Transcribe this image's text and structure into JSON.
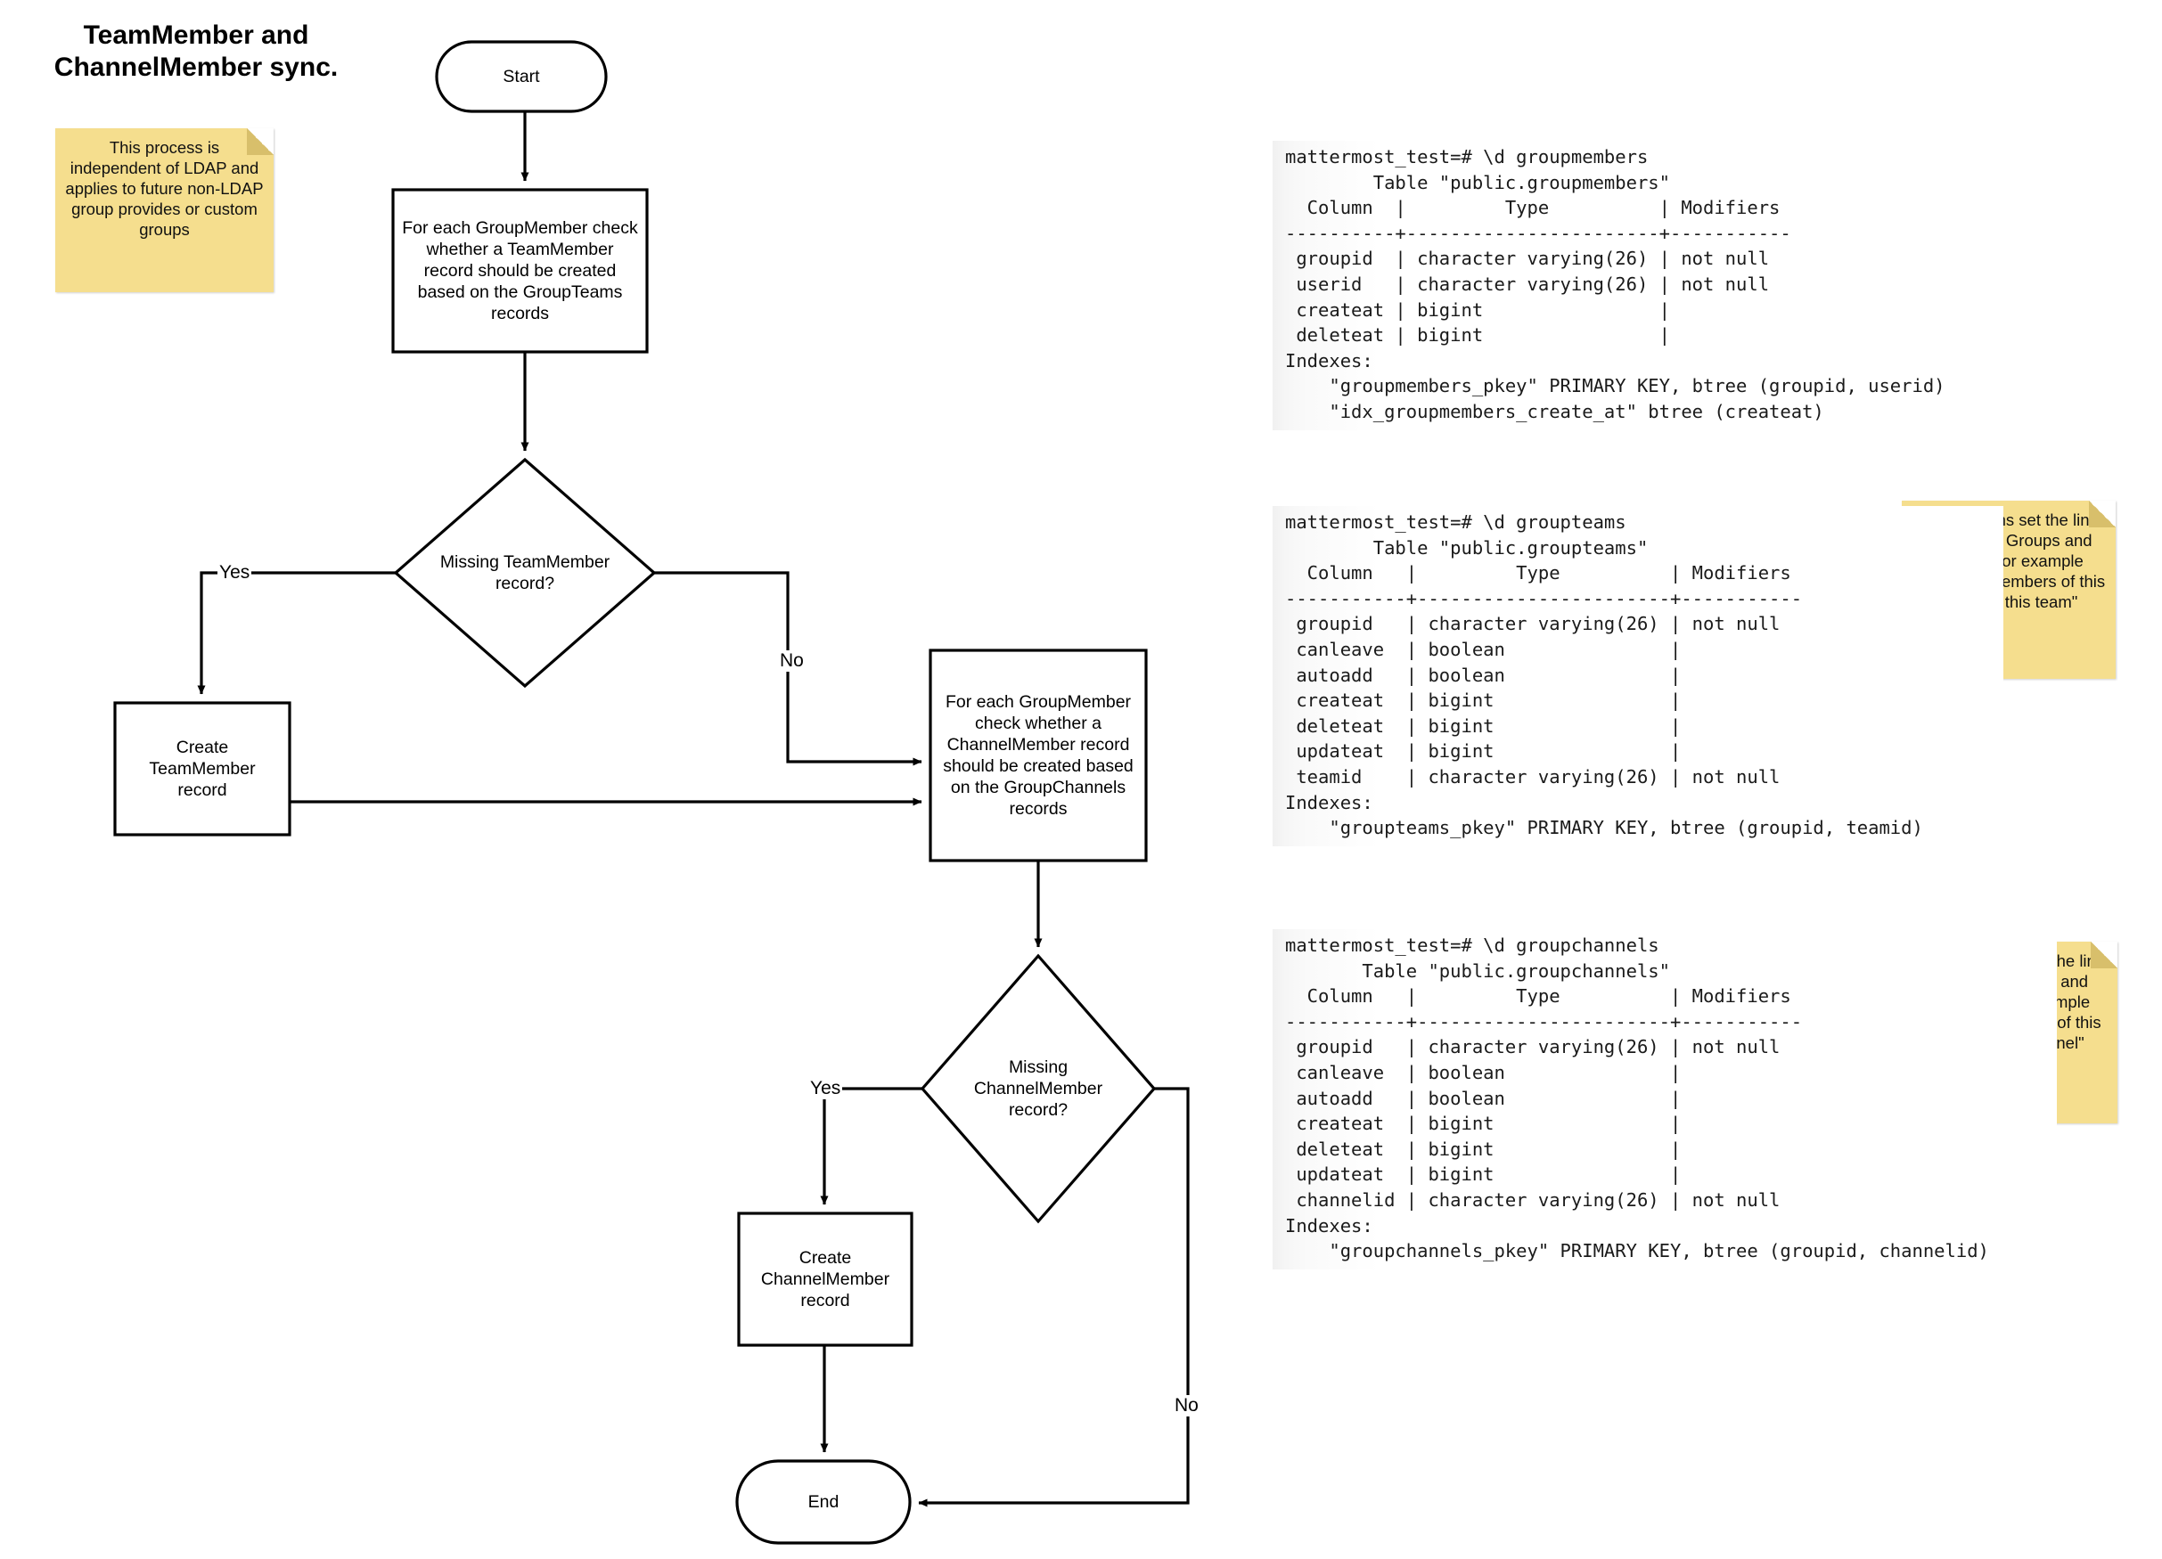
{
  "title": "TeamMember and\nChannelMember sync.",
  "notes": [
    {
      "id": "ldap-note",
      "text": "This process is independent of LDAP and applies to future non-LDAP group provides or custom groups"
    },
    {
      "id": "groupteams-note",
      "text": "GroupTeams set the link between a Groups and Teams. For example \"auto-add members of this group to this team\""
    },
    {
      "id": "groupchannels-note",
      "text": "GroupChannels set the link between a Groups and Channels. For example \"auto-add members of this group to this channel\""
    }
  ],
  "flow": {
    "start": "Start",
    "process_teammember": "For each GroupMember check whether a TeamMember record should be created based on the GroupTeams records",
    "decision_teammember": "Missing TeamMember record?",
    "create_teammember": "Create TeamMember record",
    "process_channelmember": "For each GroupMember check whether a ChannelMember record should be created based on the GroupChannels records",
    "decision_channelmember": "Missing ChannelMember record?",
    "create_channelmember": "Create ChannelMember record",
    "end": "End",
    "labels": {
      "yes1": "Yes",
      "no1": "No",
      "yes2": "Yes",
      "no2": "No"
    }
  },
  "terminals": [
    {
      "id": "groupmembers",
      "text": "mattermost_test=# \\d groupmembers\n        Table \"public.groupmembers\"\n  Column  |         Type          | Modifiers\n----------+-----------------------+-----------\n groupid  | character varying(26) | not null\n userid   | character varying(26) | not null\n createat | bigint                |\n deleteat | bigint                |\nIndexes:\n    \"groupmembers_pkey\" PRIMARY KEY, btree (groupid, userid)\n    \"idx_groupmembers_create_at\" btree (createat)"
    },
    {
      "id": "groupteams",
      "text": "mattermost_test=# \\d groupteams\n        Table \"public.groupteams\"\n  Column   |         Type          | Modifiers\n-----------+-----------------------+-----------\n groupid   | character varying(26) | not null\n canleave  | boolean               |\n autoadd   | boolean               |\n createat  | bigint                |\n deleteat  | bigint                |\n updateat  | bigint                |\n teamid    | character varying(26) | not null\nIndexes:\n    \"groupteams_pkey\" PRIMARY KEY, btree (groupid, teamid)"
    },
    {
      "id": "groupchannels",
      "text": "mattermost_test=# \\d groupchannels\n       Table \"public.groupchannels\"\n  Column   |         Type          | Modifiers\n-----------+-----------------------+-----------\n groupid   | character varying(26) | not null\n canleave  | boolean               |\n autoadd   | boolean               |\n createat  | bigint                |\n deleteat  | bigint                |\n updateat  | bigint                |\n channelid | character varying(26) | not null\nIndexes:\n    \"groupchannels_pkey\" PRIMARY KEY, btree (groupid, channelid)"
    }
  ],
  "colors": {
    "note_fill": "#F5DE8E",
    "note_fold": "#D8BF6B",
    "stroke": "#000000",
    "terminal_bg": "#f4f4f4"
  }
}
